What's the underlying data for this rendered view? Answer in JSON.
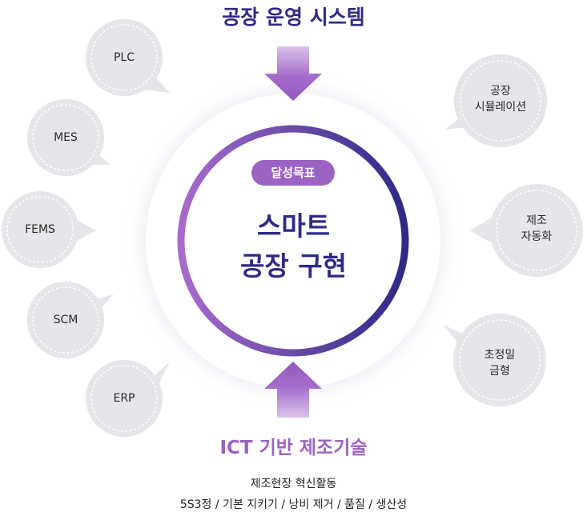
{
  "top_title": "공장 운영 시스템",
  "goal_badge": "달성목표",
  "center": {
    "line1": "스마트",
    "line2": "공장 구현"
  },
  "left_bubbles": [
    "PLC",
    "MES",
    "FEMS",
    "SCM",
    "ERP"
  ],
  "right_bubbles": [
    [
      "공장",
      "시뮬레이션"
    ],
    [
      "제조",
      "자동화"
    ],
    [
      "초정밀",
      "금형"
    ]
  ],
  "bottom": {
    "title": "ICT 기반 제조기술",
    "line1": "제조현장 혁신활동",
    "line2": "5S3정 / 기본 지키기 / 낭비 제거 / 품질 / 생산성"
  },
  "colors": {
    "navy": "#2e2a86",
    "purple": "#9c62c4",
    "bubble": "#e6e5e9"
  }
}
